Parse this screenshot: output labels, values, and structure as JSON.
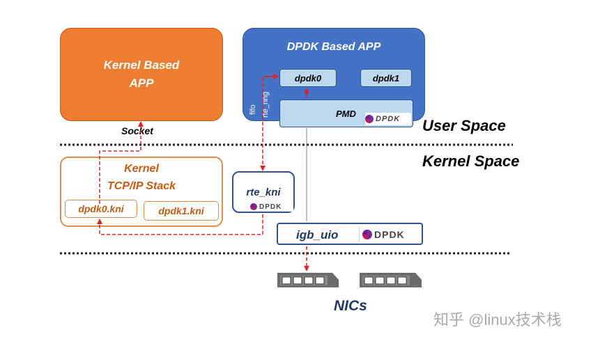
{
  "kernel_app": {
    "line1": "Kernel Based",
    "line2": "APP"
  },
  "dpdk_app": {
    "title": "DPDK Based APP",
    "port0": "dpdk0",
    "port1": "dpdk1",
    "pmd": "PMD",
    "fifo": "fifo",
    "rte_ring": "rte_ring"
  },
  "socket_label": "Socket",
  "user_space": "User Space",
  "kernel_space": "Kernel Space",
  "kernel_stack": {
    "line1": "Kernel",
    "line2": "TCP/IP Stack",
    "kni0": "dpdk0.kni",
    "kni1": "dpdk1.kni"
  },
  "rte_kni": "rte_kni",
  "igb_uio": "igb_uio",
  "logo_text": "DPDK",
  "nics": "NICs",
  "watermark": "知乎 @linux技术栈",
  "colors": {
    "orange": "#ed7d31",
    "blue": "#4472c4",
    "light_blue": "#bdd7ee",
    "arrow_red": "#d9232a",
    "navy": "#1f3864"
  }
}
